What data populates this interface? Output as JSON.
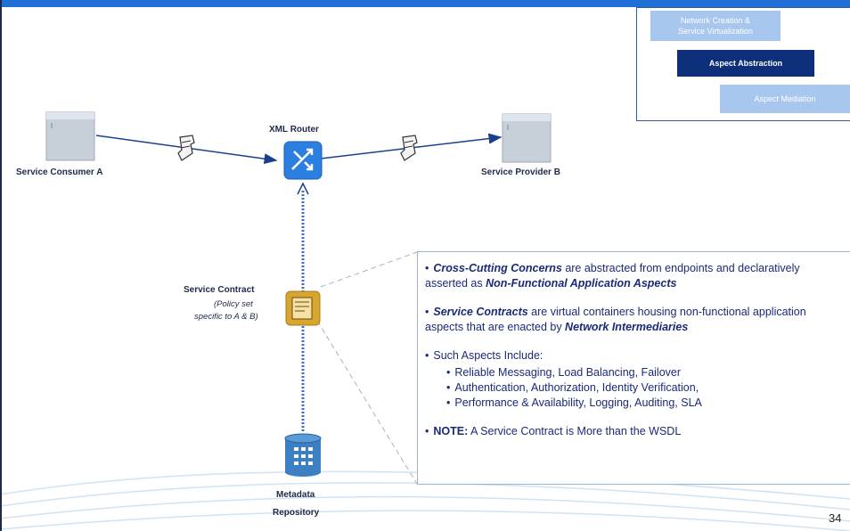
{
  "colors": {
    "accent": "#1f6fd6",
    "router_blue": "#2a7fe0",
    "note_text": "#1a2a78",
    "contract_gold": "#d8a52f",
    "db_blue": "#3c7fc2"
  },
  "flow": {
    "step1": "Network Creation &\nService Virtualization",
    "step2": "Aspect Abstraction",
    "step3": "Aspect Mediation"
  },
  "diagram": {
    "consumer_label": "Service Consumer A",
    "router_label": "XML Router",
    "provider_label": "Service Provider B",
    "contract_label": "Service Contract",
    "contract_sub1": "(Policy set",
    "contract_sub2": "specific to A & B)",
    "repo_label1": "Metadata",
    "repo_label2": "Repository"
  },
  "notes": {
    "b1": {
      "t1": "Cross-Cutting Concerns",
      "t2": " are abstracted from endpoints and declaratively asserted as ",
      "t3": "Non-Functional Application Aspects"
    },
    "b2": {
      "t1": "Service Contracts",
      "t2": " are virtual containers housing non-functional application aspects that are enacted by ",
      "t3": "Network Intermediaries"
    },
    "b3": {
      "head": "Such Aspects Include:",
      "s1": "Reliable Messaging, Load Balancing, Failover",
      "s2": "Authentication, Authorization, Identity Verification,",
      "s3": "Performance & Availability, Logging, Auditing, SLA"
    },
    "b4": {
      "t1": "NOTE:",
      "t2": "  A Service Contract is More than the WSDL"
    }
  },
  "page_number": "34"
}
